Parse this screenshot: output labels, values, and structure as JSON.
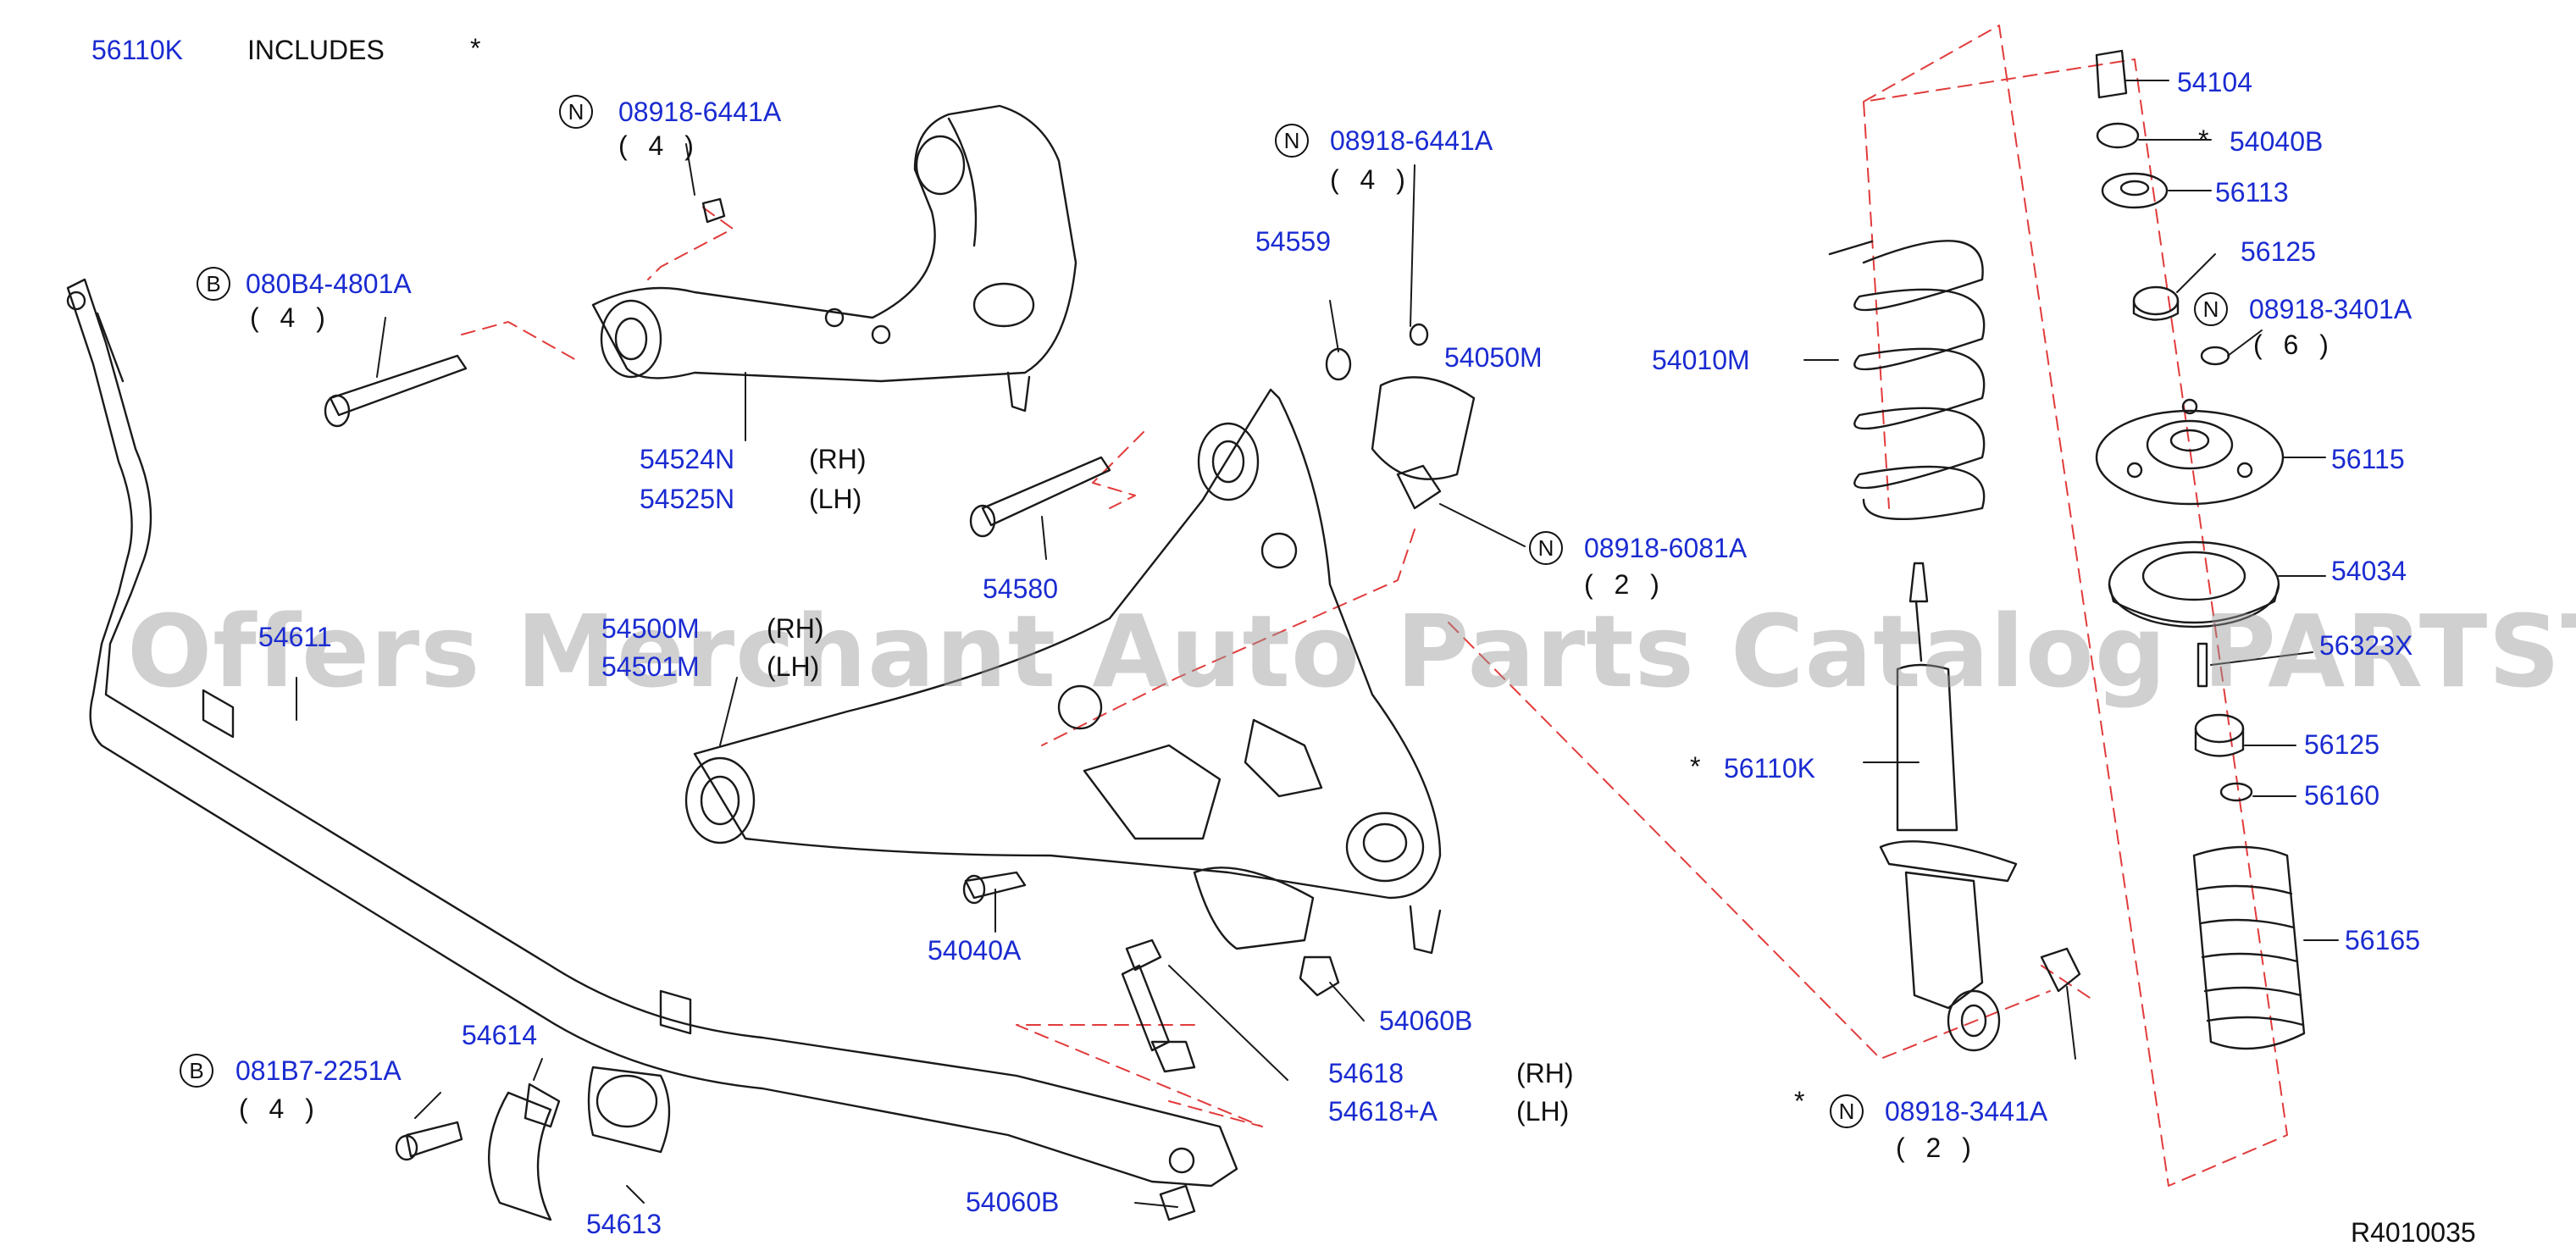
{
  "header": {
    "kit_part": "56110K",
    "includes_label": "INCLUDES",
    "includes_mark": "*"
  },
  "diagram_code": "R4010035",
  "watermark": "Offers Merchant Auto Parts Catalog PARTSTORE.SA",
  "colors": {
    "part_number": "#1a2bd1",
    "text": "#111111",
    "leader_dash": "#e23b3b",
    "drawing": "#1a1a1a"
  },
  "badges": {
    "n": "N",
    "b": "B"
  },
  "callouts": {
    "c1": {
      "part": "08918-6441A",
      "qty": "( 4 )"
    },
    "c2": {
      "part": "080B4-4801A",
      "qty": "( 4 )"
    },
    "c3": {
      "part": "54524N",
      "side": "(RH)"
    },
    "c4": {
      "part": "54525N",
      "side": "(LH)"
    },
    "c5": {
      "part": "08918-6441A",
      "qty": "( 4 )"
    },
    "c6": {
      "part": "54559"
    },
    "c7": {
      "part": "54050M"
    },
    "c8": {
      "part": "54580"
    },
    "c9": {
      "part": "08918-6081A",
      "qty": "( 2 )"
    },
    "c10": {
      "part": "54500M",
      "side": "(RH)"
    },
    "c11": {
      "part": "54501M",
      "side": "(LH)"
    },
    "c12": {
      "part": "54611"
    },
    "c13": {
      "part": "54040A"
    },
    "c14": {
      "part": "54060B"
    },
    "c15": {
      "part": "54618",
      "side": "(RH)"
    },
    "c16": {
      "part": "54618+A",
      "side": "(LH)"
    },
    "c17": {
      "part": "081B7-2251A",
      "qty": "( 4 )"
    },
    "c18": {
      "part": "54614"
    },
    "c19": {
      "part": "54613"
    },
    "c20": {
      "part": "54060B"
    },
    "c21": {
      "part": "54010M"
    },
    "c22": {
      "part": "56110K",
      "mark": "*"
    },
    "c23": {
      "part": "08918-3441A",
      "qty": "( 2 )",
      "mark": "*"
    },
    "c24": {
      "part": "54104"
    },
    "c25": {
      "part": "54040B",
      "mark": "*"
    },
    "c26": {
      "part": "56113"
    },
    "c27": {
      "part": "56125"
    },
    "c28": {
      "part": "08918-3401A",
      "qty": "( 6 )"
    },
    "c29": {
      "part": "56115"
    },
    "c30": {
      "part": "54034"
    },
    "c31": {
      "part": "56323X"
    },
    "c32": {
      "part": "56125"
    },
    "c33": {
      "part": "56160"
    },
    "c34": {
      "part": "56165"
    }
  }
}
